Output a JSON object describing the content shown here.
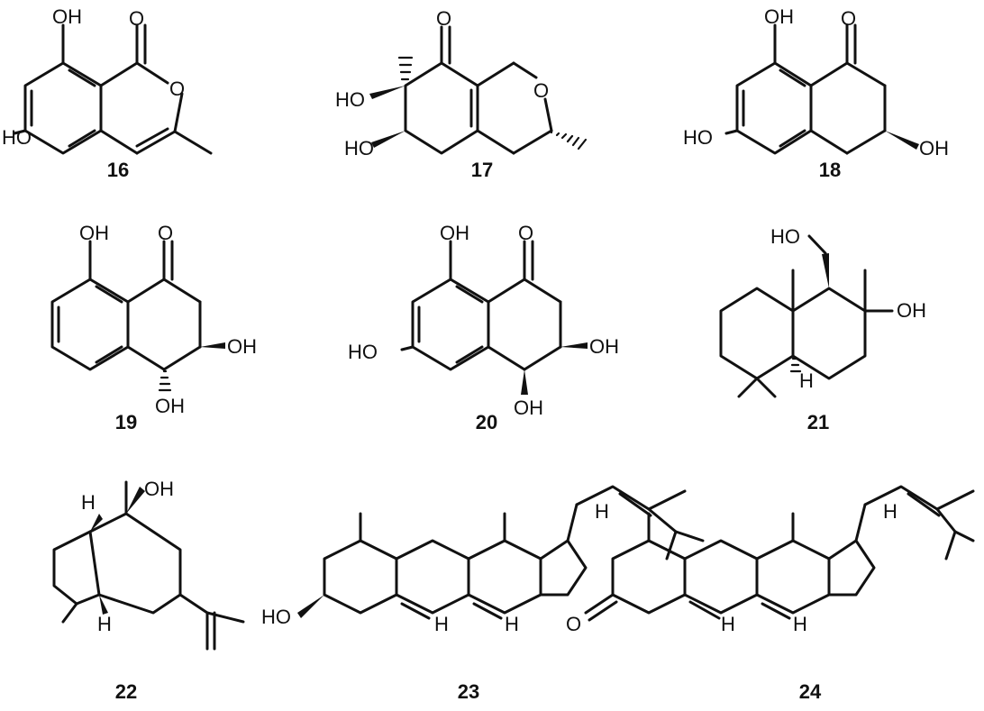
{
  "compounds": [
    {
      "id": "16"
    },
    {
      "id": "17"
    },
    {
      "id": "18"
    },
    {
      "id": "19"
    },
    {
      "id": "20"
    },
    {
      "id": "21"
    },
    {
      "id": "22"
    },
    {
      "id": "23"
    },
    {
      "id": "24"
    }
  ],
  "labels": {
    "oh": "OH",
    "ho": "HO",
    "o": "O",
    "h": "H"
  }
}
